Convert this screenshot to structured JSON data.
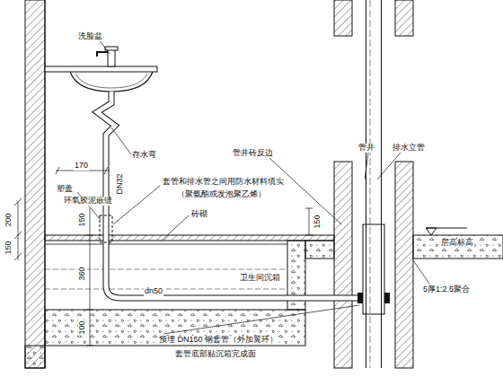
{
  "diagram": {
    "labels": [
      "洗脸盆",
      "存水弯",
      "170",
      "DN32",
      "塑盖",
      "环氧胶泥嵌缝",
      "150",
      "360",
      "100",
      "200",
      "150",
      "套管和排水管之间用防水材料填实",
      "（聚氨酯或发泡聚乙烯）",
      "砖砌",
      "dn50",
      "卫生间沉箱",
      "管井砖反边",
      "管井",
      "排水立管",
      "150",
      "层高标高",
      "5厚1:2.5聚合",
      "预埋 DN150 钢套管（外加翼环）",
      "套管底部贴沉箱完成面"
    ]
  }
}
